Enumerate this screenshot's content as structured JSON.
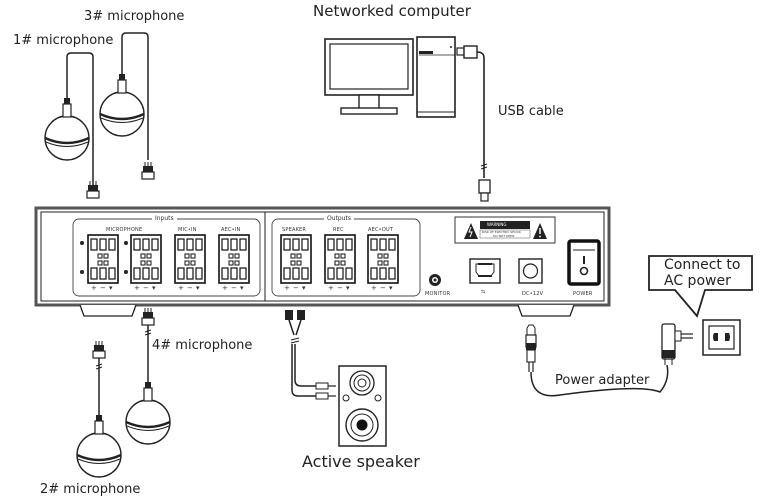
{
  "diagram": {
    "title": "Networked computer",
    "labels": {
      "mic1": "1# microphone",
      "mic2": "2# microphone",
      "mic3": "3# microphone",
      "mic4": "4# microphone",
      "usb_cable": "USB cable",
      "active_speaker": "Active speaker",
      "power_adapter": "Power adapter",
      "callout_line1": "Connect to",
      "callout_line2": "AC power"
    },
    "device": {
      "inputs_group": "Inputs",
      "outputs_group": "Outputs",
      "input_ports": [
        "MICROPHONE",
        "MIC•IN",
        "AEC•IN"
      ],
      "output_ports": [
        "SPEAKER",
        "REC",
        "AEC•OUT"
      ],
      "terminal_signs": [
        "+",
        "−",
        "▾"
      ],
      "warning_title": "WARNING",
      "warning_text_1": "RISK OF ELECTRIC SHOCK",
      "warning_text_2": "DO NOT OPEN",
      "monitor_label": "MONITOR",
      "usb_label": "⇆",
      "dc_label": "DC•12V",
      "power_label": "POWER"
    }
  }
}
